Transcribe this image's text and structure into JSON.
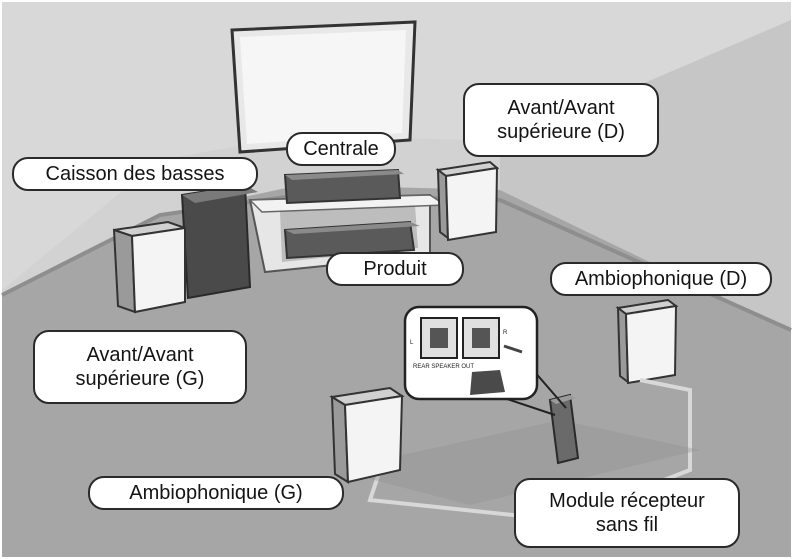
{
  "callouts": {
    "front_top_right": "Avant/Avant\nsupérieure (D)",
    "center": "Centrale",
    "subwoofer": "Caisson des basses",
    "product": "Produit",
    "surround_right": "Ambiophonique (D)",
    "front_top_left": "Avant/Avant\nsupérieure (G)",
    "surround_left": "Ambiophonique (G)",
    "wireless_module": "Module récepteur\nsans fil"
  },
  "inset": {
    "left_marker": "L",
    "right_marker": "R",
    "caption": "REAR SPEAKER OUT"
  },
  "colors": {
    "background": "#ffffff",
    "room_floor": "#a3a3a3",
    "room_wall": "#d2d2d2",
    "speaker_face": "#f2f2f2",
    "speaker_dark": "#4d4d4d",
    "outline": "#2a2a2a"
  }
}
